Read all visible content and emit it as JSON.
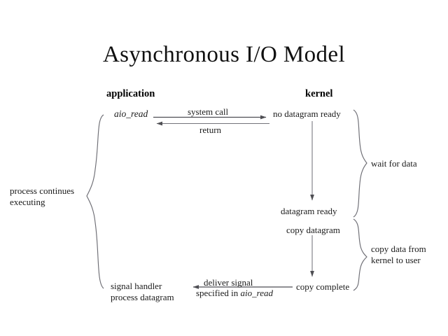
{
  "title": "Asynchronous I/O Model",
  "columns": {
    "left_heading": "application",
    "right_heading": "kernel"
  },
  "nodes": {
    "aio_read": "aio_read",
    "no_datagram_ready": "no datagram ready",
    "datagram_ready": "datagram ready",
    "copy_datagram": "copy datagram",
    "copy_complete": "copy complete",
    "signal_handler": "signal handler",
    "process_datagram": "process datagram"
  },
  "arrow_labels": {
    "system_call": "system  call",
    "return": "return",
    "deliver_signal": "deliver signal",
    "specified_in_prefix": "specified  in ",
    "specified_in_italic": "aio_read"
  },
  "braces": {
    "left_label_line1": "process continues",
    "left_label_line2": "executing",
    "right_label_wait": "wait for data",
    "right_label_copy_line1": "copy data from",
    "right_label_copy_line2": "kernel  to user"
  },
  "colors": {
    "background": "#ffffff",
    "text": "#1b1b1b",
    "title": "#101010",
    "stroke": "#55555a"
  },
  "diagram_type": "sequence-flow"
}
